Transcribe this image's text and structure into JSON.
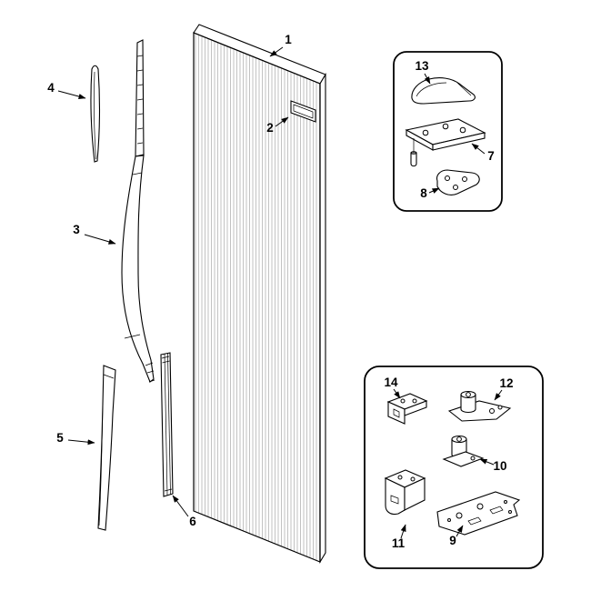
{
  "diagram": {
    "kind": "exploded-parts-diagram",
    "background": "#ffffff",
    "line_color": "#000000",
    "callouts": {
      "c1": "1",
      "c2": "2",
      "c3": "3",
      "c4": "4",
      "c5": "5",
      "c6": "6",
      "c7": "7",
      "c8": "8",
      "c9": "9",
      "c10": "10",
      "c11": "11",
      "c12": "12",
      "c13": "13",
      "c14": "14"
    }
  }
}
